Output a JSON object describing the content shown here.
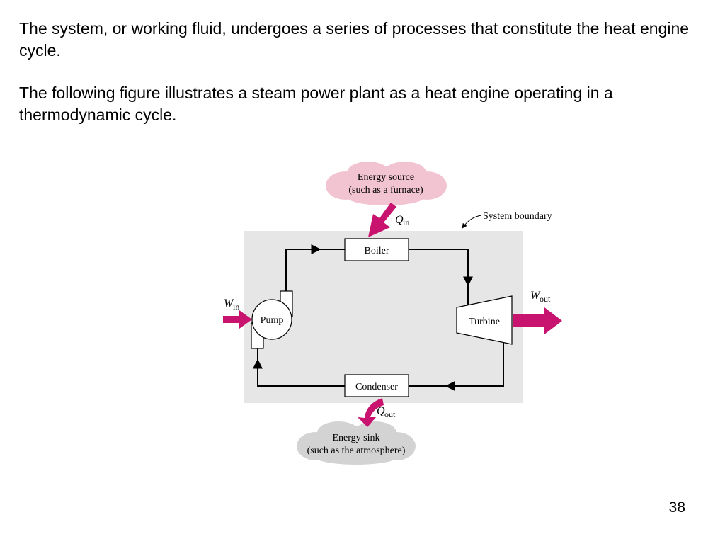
{
  "text": {
    "paragraph_1": "The system, or working fluid, undergoes a series of processes that constitute the heat engine cycle.",
    "paragraph_2": "The following figure illustrates a steam power plant as a heat engine operating in a thermodynamic cycle."
  },
  "diagram": {
    "energy_source": {
      "line1": "Energy source",
      "line2": "(such as a furnace)"
    },
    "energy_sink": {
      "line1": "Energy sink",
      "line2": "(such as the atmosphere)"
    },
    "system_boundary_label": "System boundary",
    "components": {
      "boiler": "Boiler",
      "pump": "Pump",
      "turbine": "Turbine",
      "condenser": "Condenser"
    },
    "heat_in": {
      "symbol": "Q",
      "subscript": "in"
    },
    "heat_out": {
      "symbol": "Q",
      "subscript": "out"
    },
    "work_in": {
      "symbol": "W",
      "subscript": "in"
    },
    "work_out": {
      "symbol": "W",
      "subscript": "out"
    },
    "colors": {
      "system_fill": "#e6e6e6",
      "source_cloud": "#f2c4d2",
      "sink_cloud": "#d3d3d3",
      "energy_arrow": "#c8146e",
      "flow_line": "#000000"
    }
  },
  "page_number": "38"
}
